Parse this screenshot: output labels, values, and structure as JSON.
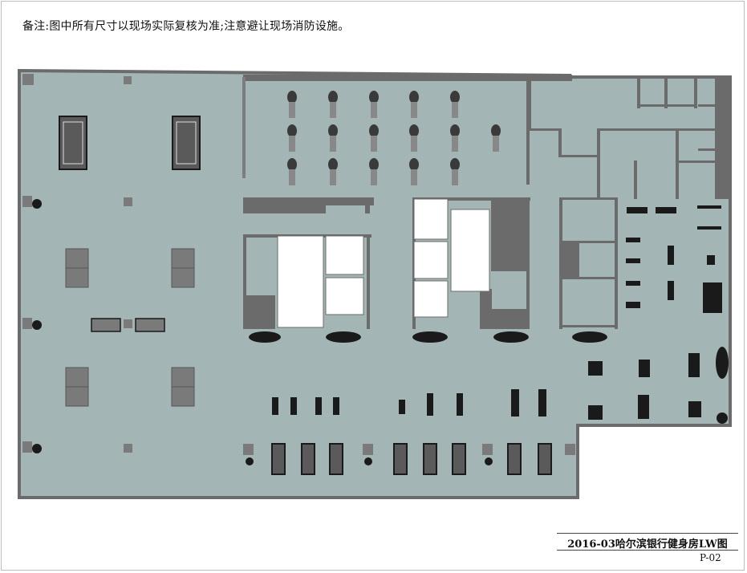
{
  "note": "备注:图中所有尺寸以现场实际复核为准;注意避让现场消防设施。",
  "title": "2016-03哈尔滨银行健身房LW图",
  "page_number": "P-02",
  "colors": {
    "floor": "#a4b5b5",
    "wall": "#6b6b6b",
    "block": "#7a7a7a",
    "room_white": "#ffffff",
    "equipment": "#1a1a1a"
  }
}
